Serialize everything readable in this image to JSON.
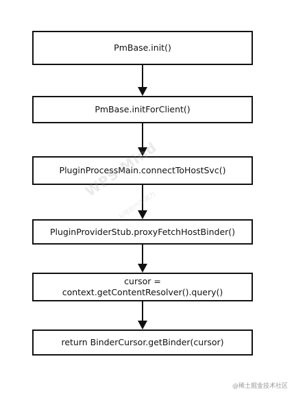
{
  "diagram": {
    "nodes": [
      {
        "lines": [
          "PmBase.init()"
        ]
      },
      {
        "lines": [
          "PmBase.initForClient()"
        ]
      },
      {
        "lines": [
          "PluginProcessMain.connectToHostSvc()"
        ]
      },
      {
        "lines": [
          "PluginProviderStub.proxyFetchHostBinder()"
        ]
      },
      {
        "lines": [
          "cursor =",
          "context.getContentResolver().query()"
        ]
      },
      {
        "lines": [
          "return BinderCursor.getBinder(cursor)"
        ]
      }
    ]
  },
  "watermark": {
    "brand": "WPS Mind",
    "subtitle": "AI导图作图能力"
  },
  "credit": {
    "text": "@稀土掘金技术社区"
  },
  "colors": {
    "stroke": "#111111",
    "background": "#ffffff"
  }
}
